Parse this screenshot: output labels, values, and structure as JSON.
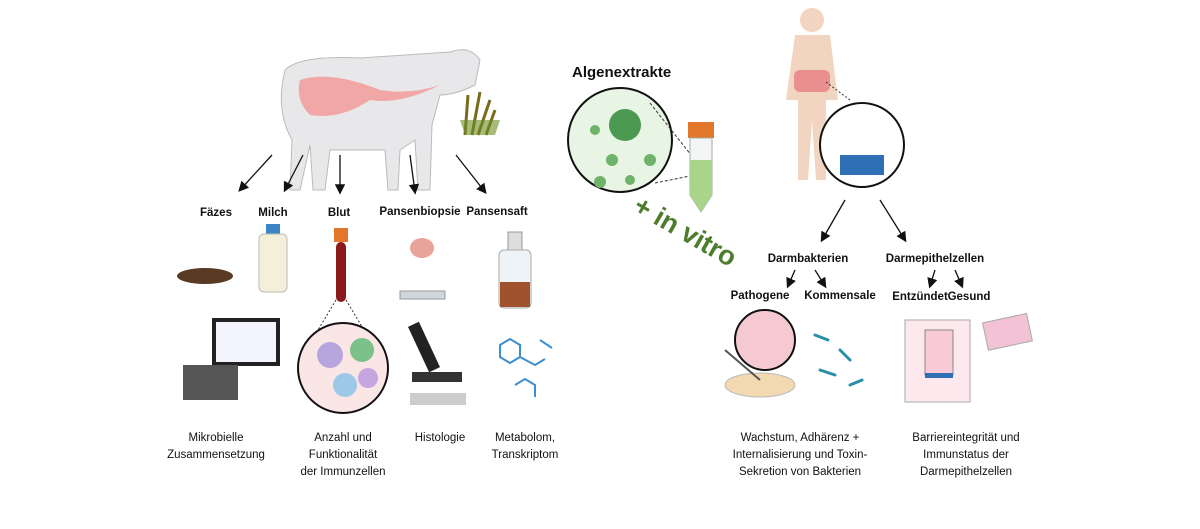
{
  "left_samples": [
    "Fäzes",
    "Milch",
    "Blut",
    "Pansenbiopsie",
    "Pansensaft"
  ],
  "left_outcomes": [
    [
      "Mikrobielle",
      "Zusammensetzung"
    ],
    [
      "Anzahl und",
      "Funktionalität",
      "der Immunzellen"
    ],
    [
      "Histologie"
    ],
    [
      "Metabolom,",
      "Transkriptom"
    ]
  ],
  "algae_title": "Algenextrakte",
  "in_vitro": "+ in vitro",
  "branches": {
    "bacteria": "Darmbakterien",
    "epithelium": "Darmepithelzellen"
  },
  "sub_branches": [
    "Pathogene",
    "Kommensale",
    "Entzündet",
    "Gesund"
  ],
  "right_outcomes": [
    [
      "Wachstum, Adhärenz +",
      "Internalisierung und Toxin-",
      "Sekretion von Bakterien"
    ],
    [
      "Barriereintegrität und",
      "Immunstatus der",
      "Darmepithelzellen"
    ]
  ],
  "colors": {
    "green_text": "#4b7d2c",
    "algae": "#6fb36a",
    "blood": "#8b1a1a",
    "cap": "#e2762b"
  }
}
